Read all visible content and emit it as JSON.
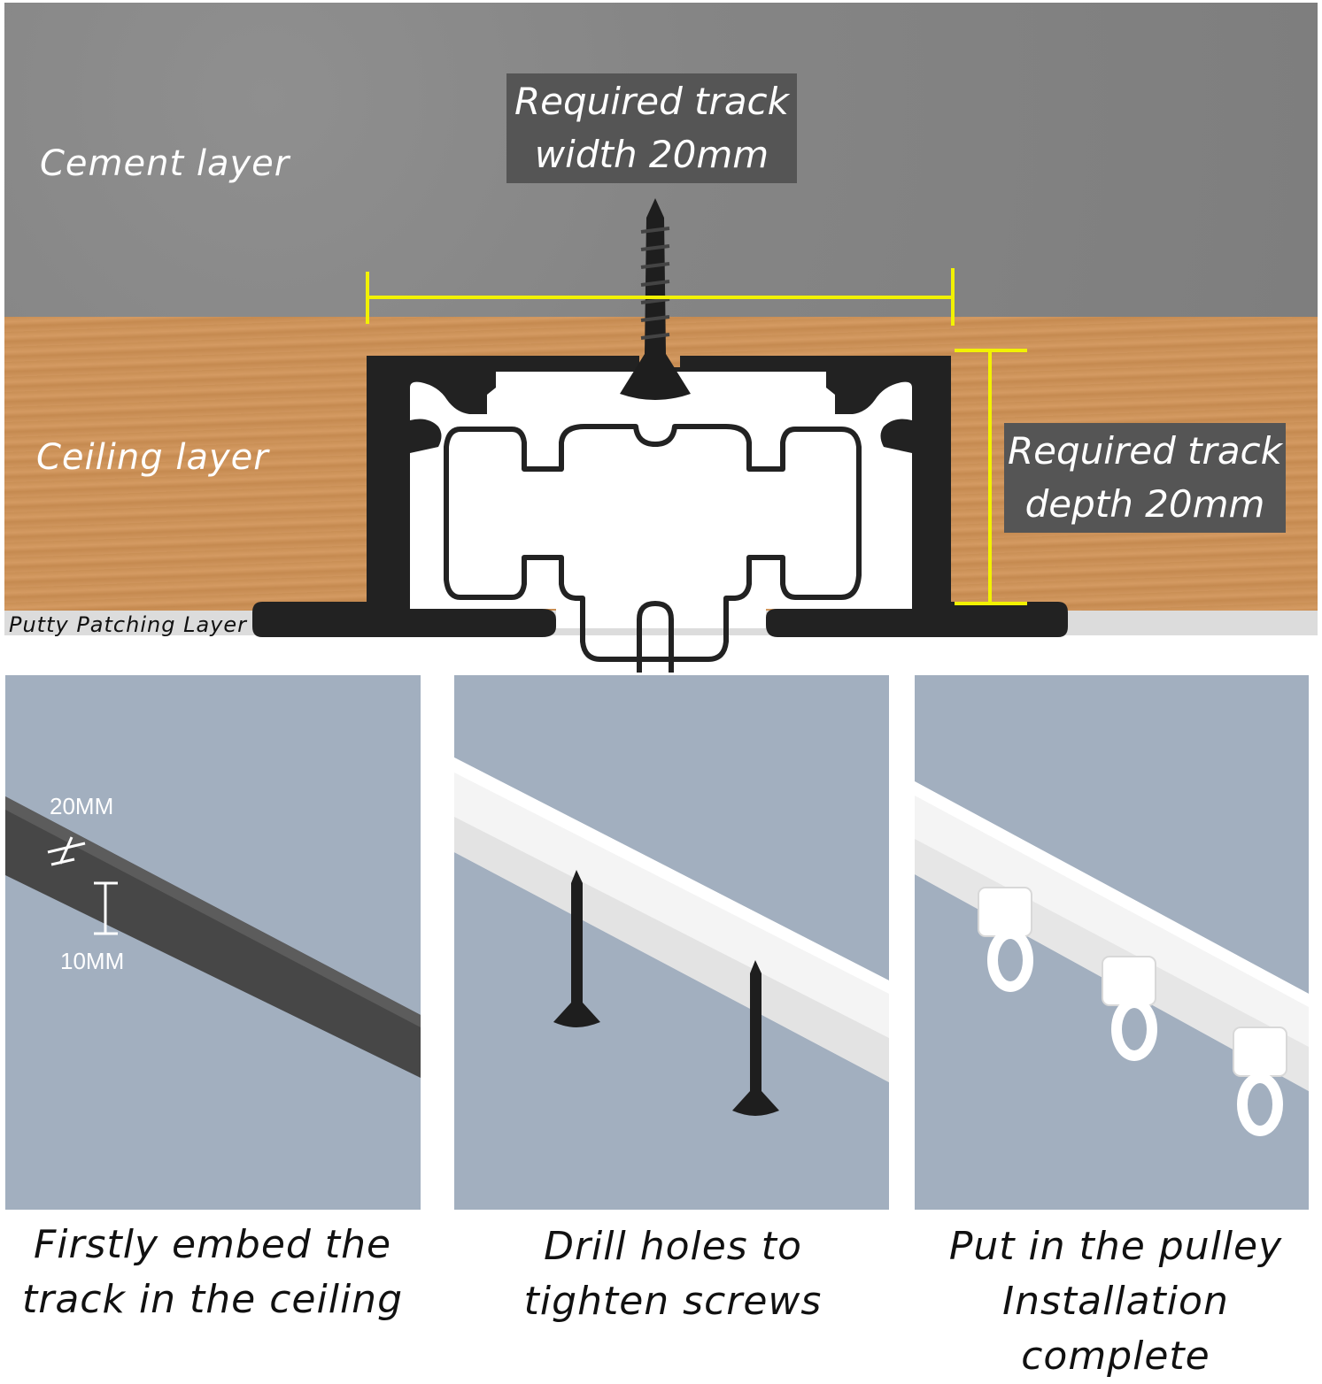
{
  "diagram": {
    "layers": {
      "cement_label": "Cement layer",
      "ceiling_label": "Ceiling layer",
      "putty_label": "Putty Patching Layer"
    },
    "callouts": {
      "width_line1": "Required track",
      "width_line2": "width 20mm",
      "depth_line1": "Required track",
      "depth_line2": "depth 20mm"
    },
    "colors": {
      "cement": "#858585",
      "ceiling_wood": "#cf955d",
      "track_profile": "#222222",
      "dimension_line": "#f2f200",
      "panel_background": "#a2afbf"
    }
  },
  "steps": [
    {
      "dimension_labels": [
        "20MM",
        "10MM"
      ],
      "caption_line1": "Firstly embed the",
      "caption_line2": "track in the ceiling"
    },
    {
      "caption_line1": "Drill holes to",
      "caption_line2": "tighten screws"
    },
    {
      "caption_line1": "Put in the pulley",
      "caption_line2": "Installation complete"
    }
  ]
}
